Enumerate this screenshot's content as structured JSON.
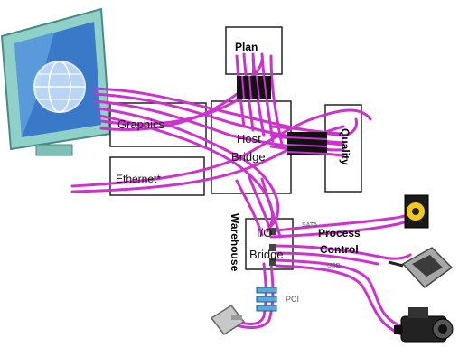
{
  "colors": {
    "cable": "#cc33cc",
    "cable_dark": "#8a1a8a",
    "box_stroke": "#222222",
    "box_fill": "#ffffff",
    "connector": "#111111",
    "pci_slot": "#5aa9d8",
    "monitor_frame": "#8fd0c8",
    "monitor_screen": "#3a78c8"
  },
  "icons": {
    "monitor": "monitor-icon",
    "globe": "globe-icon",
    "webcam": "webcam-icon",
    "mp3_player": "mp3-player-icon",
    "camcorder": "camcorder-icon",
    "usb_device": "usb-device-icon"
  },
  "boxes": {
    "plan": "Plan",
    "host_bridge_line1": "Host",
    "host_bridge_line2": "Bridge",
    "quality": "Quality",
    "graphics": "Graphics",
    "ethernet": "Ethernet*",
    "io_bridge_line1": "I/O",
    "io_bridge_line2": "Bridge"
  },
  "labels": {
    "warehouse": "Warehouse",
    "process_control_line1": "Process",
    "process_control_line2": "Control",
    "pci": "PCI",
    "sata": "SATA",
    "usb": "USB"
  }
}
